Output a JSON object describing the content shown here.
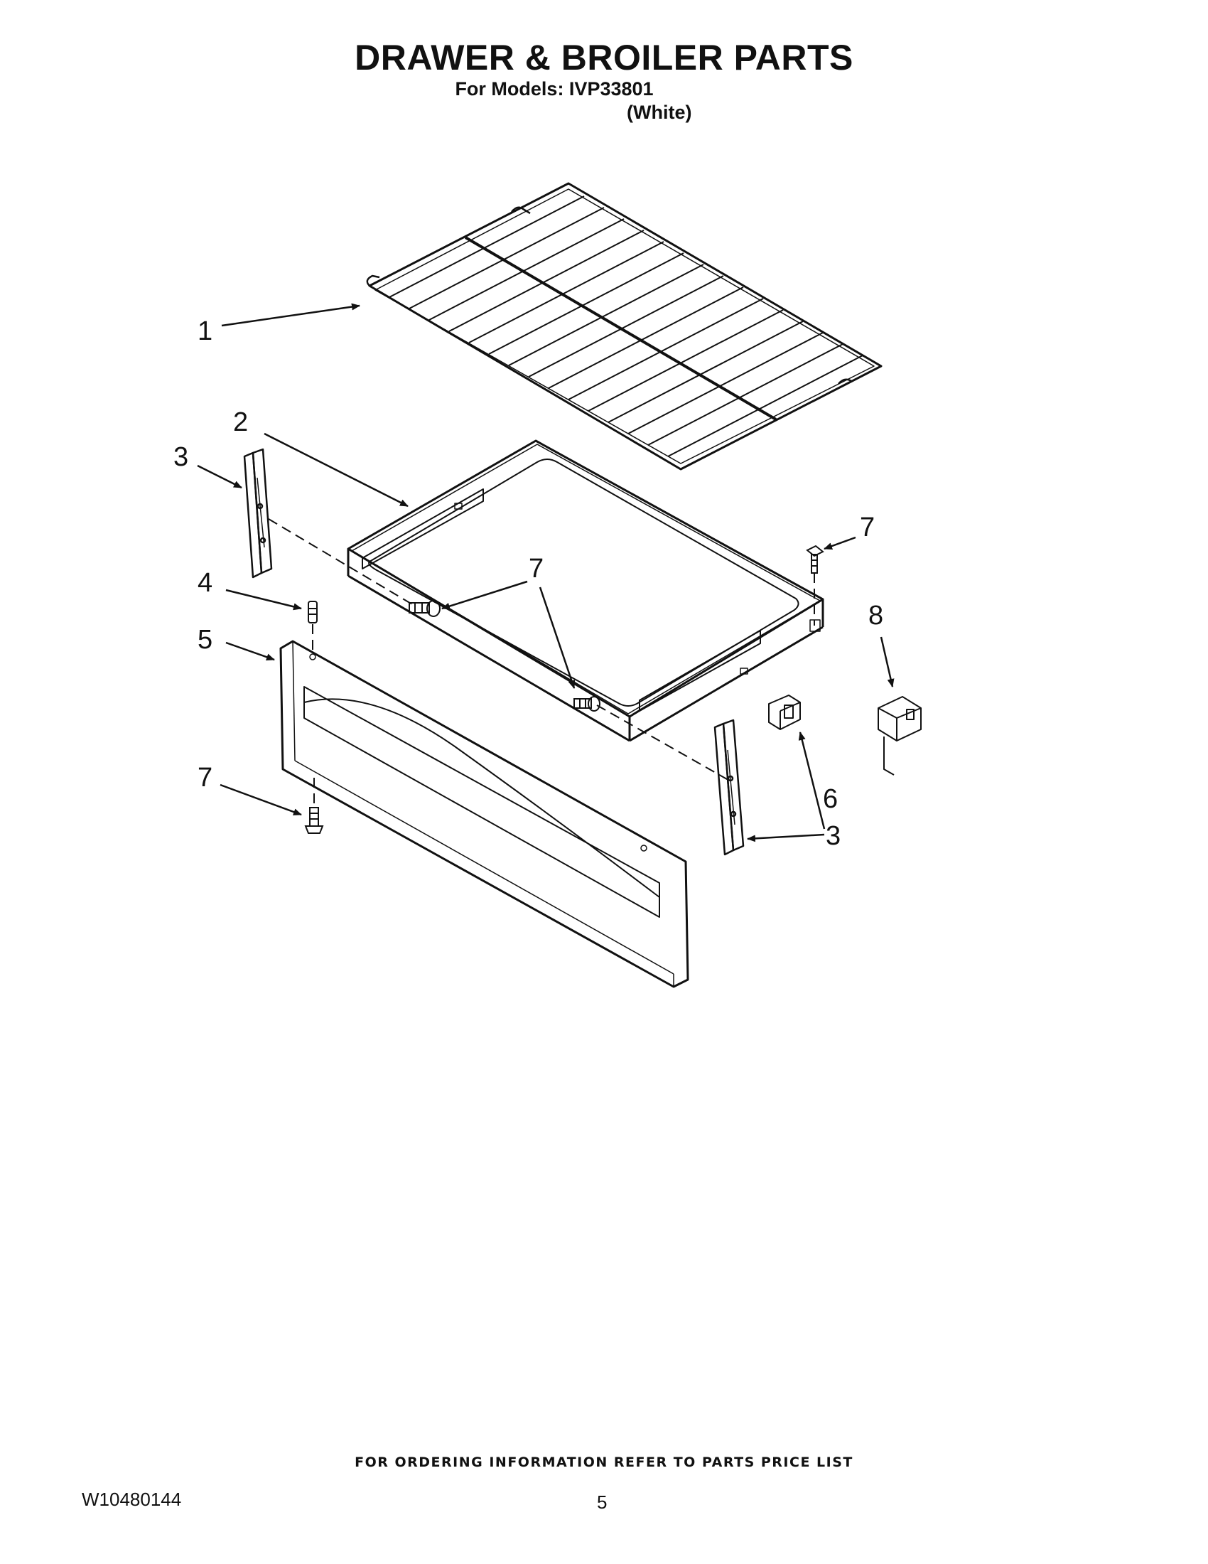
{
  "header": {
    "title": "DRAWER & BROILER PARTS",
    "models": "For Models: IVP33801",
    "color": "(White)"
  },
  "callouts": {
    "c1": "1",
    "c2": "2",
    "c3a": "3",
    "c3b": "3",
    "c4": "4",
    "c5": "5",
    "c6": "6",
    "c7a": "7",
    "c7b": "7",
    "c7c": "7",
    "c8": "8"
  },
  "footer": {
    "note": "FOR ORDERING INFORMATION REFER TO PARTS PRICE LIST",
    "doc_number": "W10480144",
    "page_number": "5"
  }
}
